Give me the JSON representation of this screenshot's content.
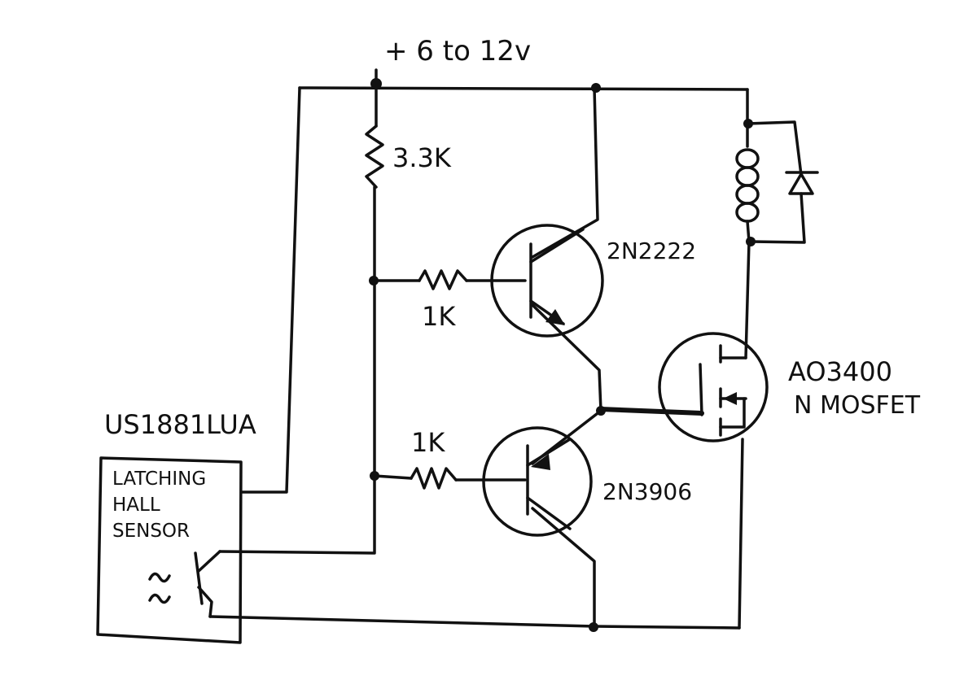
{
  "supply": {
    "label": "+ 6 to 12v"
  },
  "resistors": {
    "pullup": "3.3K",
    "base_upper": "1K",
    "base_lower": "1K"
  },
  "transistors": {
    "npn": "2N2222",
    "pnp": "2N3906"
  },
  "mosfet": {
    "part": "AO3400",
    "type": "N MOSFET"
  },
  "sensor": {
    "part": "US1881LUA",
    "line1": "LATCHING",
    "line2": "HALL",
    "line3": "SENSOR"
  }
}
